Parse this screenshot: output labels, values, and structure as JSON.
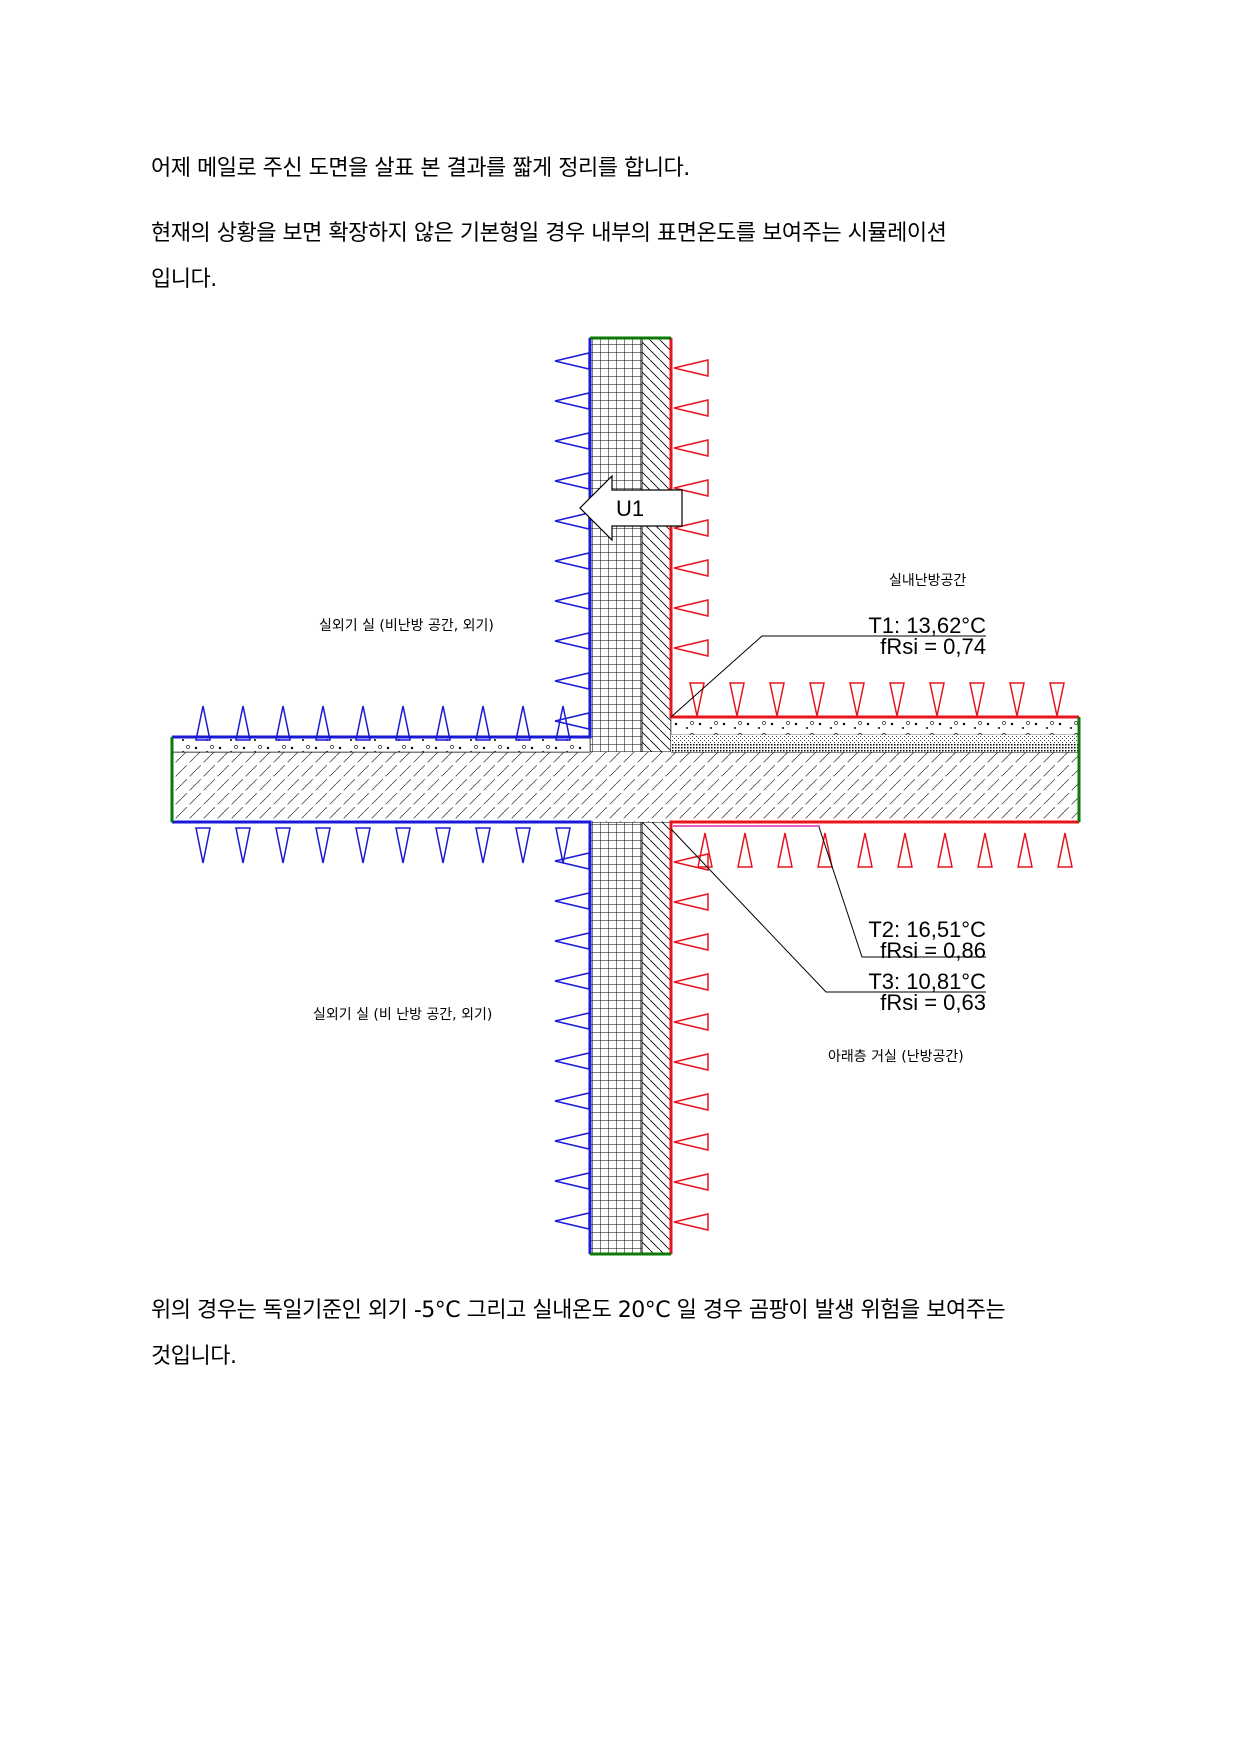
{
  "paragraphs": {
    "p1": "어제 메일로 주신 도면을 살표 본 결과를 짧게 정리를 합니다.",
    "p2_line1": "현재의 상황을 보면 확장하지 않은 기본형일 경우 내부의 표면온도를 보여주는 시뮬레이션",
    "p2_line2": "입니다.",
    "p3_line1": "위의 경우는 독일기준인 외기 -5°C 그리고 실내온도 20°C 일 경우 곰팡이 발생 위험을 보여주는",
    "p3_line2": "것입니다."
  },
  "diagram": {
    "wall_label": "U1",
    "label_indoor": "실내난방공간",
    "label_outdoor_upper": "실외기 실 (비난방 공간, 외기)",
    "label_outdoor_lower": "실외기 실 (비 난방 공간, 외기)",
    "label_below": "아래층 거실 (난방공간)",
    "t1": {
      "temp": "T1: 13,62°C",
      "frsi": "fRsi = 0,74"
    },
    "t2": {
      "temp": "T2: 16,51°C",
      "frsi": "fRsi = 0,86"
    },
    "t3": {
      "temp": "T3: 10,81°C",
      "frsi": "fRsi = 0,63"
    },
    "colors": {
      "cold": "#1a1ad6",
      "warm": "#e8141e",
      "adiabatic": "#0a7a0a"
    }
  }
}
